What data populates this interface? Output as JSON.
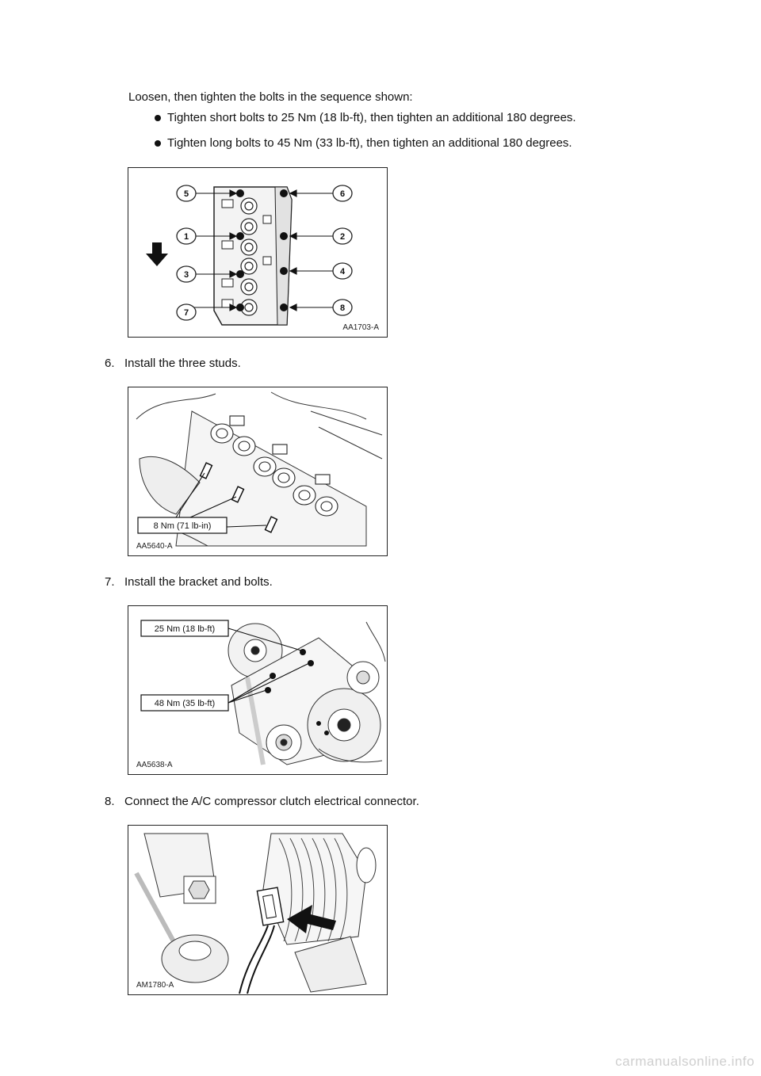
{
  "steps": {
    "intro": "Loosen, then tighten the bolts in the sequence shown:",
    "bullets": [
      "Tighten short bolts to 25 Nm (18 lb-ft), then tighten an additional 180 degrees.",
      "Tighten long bolts to 45 Nm (33 lb-ft), then tighten an additional 180 degrees."
    ],
    "step6": "6.   Install the three studs.",
    "step7": "7.   Install the bracket and bolts.",
    "step8": "8.   Connect the A/C compressor clutch electrical connector."
  },
  "figures": {
    "fig1": {
      "id": "AA1703-A",
      "callouts": [
        "5",
        "6",
        "1",
        "2",
        "3",
        "4",
        "7",
        "8"
      ]
    },
    "fig2": {
      "id": "AA5640-A",
      "torque": "8 Nm (71 lb-in)"
    },
    "fig3": {
      "id": "AA5638-A",
      "torque_top": "25 Nm (18 lb-ft)",
      "torque_bottom": "48 Nm (35 lb-ft)"
    },
    "fig4": {
      "id": "AM1780-A"
    }
  },
  "watermark": "carmanualsonline.info"
}
